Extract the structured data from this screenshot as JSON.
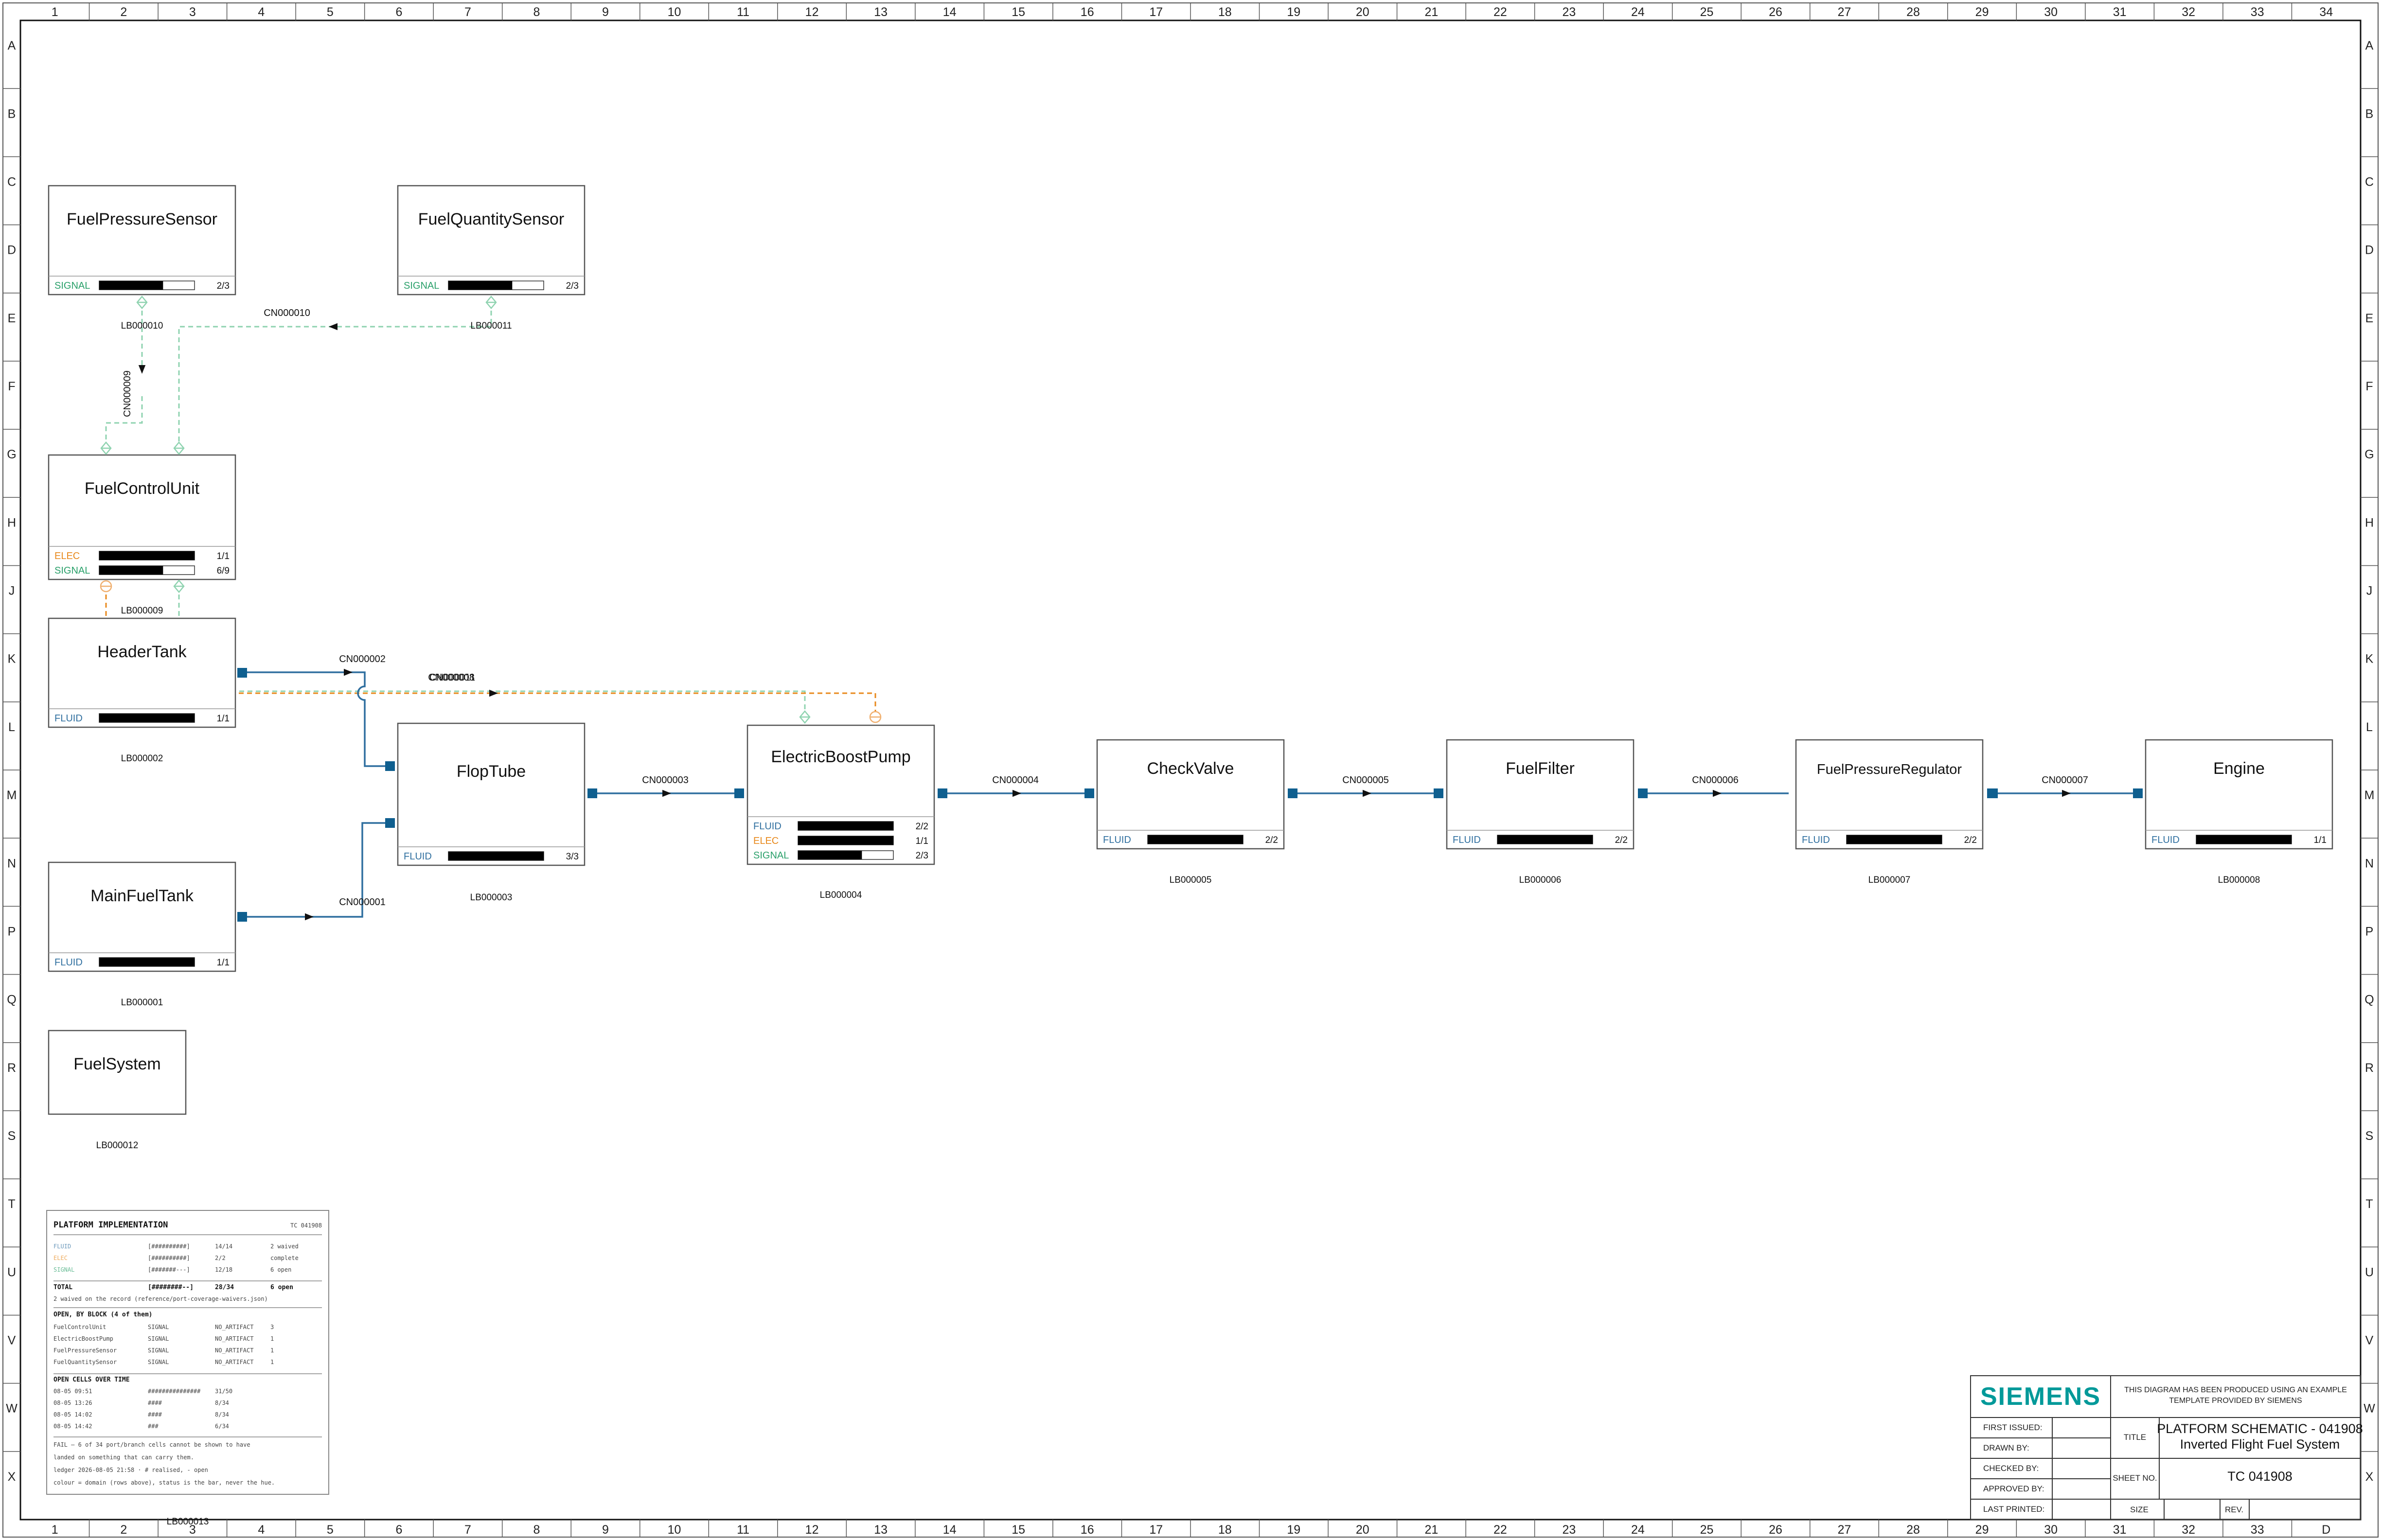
{
  "colors": {
    "fluid": "#2f6f9f",
    "fluid_port": "#0f5f8f",
    "elec": "#e8891c",
    "signal": "#2aa06a",
    "signal_line": "#8fd3b0",
    "siemens": "#009999"
  },
  "grid": {
    "columns": [
      "1",
      "2",
      "3",
      "4",
      "5",
      "6",
      "7",
      "8",
      "9",
      "10",
      "11",
      "12",
      "13",
      "14",
      "15",
      "16",
      "17",
      "18",
      "19",
      "20",
      "21",
      "22",
      "23",
      "24",
      "25",
      "26",
      "27",
      "28",
      "29",
      "30",
      "31",
      "32",
      "33",
      "34"
    ],
    "rows_left": [
      "A",
      "B",
      "C",
      "D",
      "E",
      "F",
      "G",
      "H",
      "J",
      "K",
      "L",
      "M",
      "N",
      "P",
      "Q",
      "R",
      "S",
      "T",
      "U",
      "V",
      "W",
      "X"
    ],
    "rows_right": [
      "A",
      "B",
      "C",
      "D",
      "E",
      "F",
      "G",
      "H",
      "J",
      "K",
      "L",
      "M",
      "N",
      "P",
      "Q",
      "R",
      "S",
      "T",
      "U",
      "V",
      "W",
      "X"
    ],
    "bottom_last": "D"
  },
  "blocks": [
    {
      "key": "fps",
      "name": "FuelPressureSensor",
      "id": "LB000010",
      "rows": [
        {
          "domain": "SIGNAL",
          "count": "2/3",
          "fill": 0.67
        }
      ]
    },
    {
      "key": "fqs",
      "name": "FuelQuantitySensor",
      "id": "LB000011",
      "rows": [
        {
          "domain": "SIGNAL",
          "count": "2/3",
          "fill": 0.67
        }
      ]
    },
    {
      "key": "fcu",
      "name": "FuelControlUnit",
      "id": "LB000009",
      "rows": [
        {
          "domain": "ELEC",
          "count": "1/1",
          "fill": 1
        },
        {
          "domain": "SIGNAL",
          "count": "6/9",
          "fill": 0.67
        }
      ]
    },
    {
      "key": "ht",
      "name": "HeaderTank",
      "id": "LB000002",
      "rows": [
        {
          "domain": "FLUID",
          "count": "1/1",
          "fill": 1
        }
      ]
    },
    {
      "key": "mft",
      "name": "MainFuelTank",
      "id": "LB000001",
      "rows": [
        {
          "domain": "FLUID",
          "count": "1/1",
          "fill": 1
        }
      ]
    },
    {
      "key": "ft",
      "name": "FlopTube",
      "id": "LB000003",
      "rows": [
        {
          "domain": "FLUID",
          "count": "3/3",
          "fill": 1
        }
      ]
    },
    {
      "key": "ebp",
      "name": "ElectricBoostPump",
      "id": "LB000004",
      "rows": [
        {
          "domain": "FLUID",
          "count": "2/2",
          "fill": 1
        },
        {
          "domain": "ELEC",
          "count": "1/1",
          "fill": 1
        },
        {
          "domain": "SIGNAL",
          "count": "2/3",
          "fill": 0.67
        }
      ]
    },
    {
      "key": "cv",
      "name": "CheckValve",
      "id": "LB000005",
      "rows": [
        {
          "domain": "FLUID",
          "count": "2/2",
          "fill": 1
        }
      ]
    },
    {
      "key": "ff",
      "name": "FuelFilter",
      "id": "LB000006",
      "rows": [
        {
          "domain": "FLUID",
          "count": "2/2",
          "fill": 1
        }
      ]
    },
    {
      "key": "fpr",
      "name": "FuelPressureRegulator",
      "id": "LB000007",
      "rows": [
        {
          "domain": "FLUID",
          "count": "2/2",
          "fill": 1
        }
      ]
    },
    {
      "key": "eng",
      "name": "Engine",
      "id": "LB000008",
      "rows": [
        {
          "domain": "FLUID",
          "count": "1/1",
          "fill": 1
        }
      ]
    },
    {
      "key": "fs",
      "name": "FuelSystem",
      "id": "LB000012",
      "rows": []
    }
  ],
  "connectors": {
    "cn1": "CN000001",
    "cn2": "CN000002",
    "cn3": "CN000003",
    "cn4": "CN000004",
    "cn5": "CN000005",
    "cn6": "CN000006",
    "cn7": "CN000007",
    "cn8": "CN000008",
    "cn9": "CN000009",
    "cn10": "CN000010",
    "cn11": "CN000011"
  },
  "panel": {
    "id": "LB000013",
    "title": "PLATFORM IMPLEMENTATION",
    "tc": "TC 041908",
    "domains": [
      {
        "name": "FLUID",
        "bar": "[##########]",
        "count": "14/14",
        "note": "2 waived"
      },
      {
        "name": "ELEC",
        "bar": "[##########]",
        "count": "2/2",
        "note": "complete"
      },
      {
        "name": "SIGNAL",
        "bar": "[#######---]",
        "count": "12/18",
        "note": "6 open"
      }
    ],
    "total": {
      "name": "TOTAL",
      "bar": "[########--]",
      "count": "28/34",
      "note": "6 open"
    },
    "waiver_note": "2 waived on the record (reference/port-coverage-waivers.json)",
    "open_heading": "OPEN, BY BLOCK  (4 of them)",
    "open_blocks": [
      {
        "block": "FuelControlUnit",
        "domain": "SIGNAL",
        "reason": "NO_ARTIFACT",
        "n": "3"
      },
      {
        "block": "ElectricBoostPump",
        "domain": "SIGNAL",
        "reason": "NO_ARTIFACT",
        "n": "1"
      },
      {
        "block": "FuelPressureSensor",
        "domain": "SIGNAL",
        "reason": "NO_ARTIFACT",
        "n": "1"
      },
      {
        "block": "FuelQuantitySensor",
        "domain": "SIGNAL",
        "reason": "NO_ARTIFACT",
        "n": "1"
      }
    ],
    "time_heading": "OPEN CELLS OVER TIME",
    "time_rows": [
      {
        "t": "08-05 09:51",
        "bar": "###############",
        "v": "31/50"
      },
      {
        "t": "08-05 13:26",
        "bar": "####",
        "v": "8/34"
      },
      {
        "t": "08-05 14:02",
        "bar": "####",
        "v": "8/34"
      },
      {
        "t": "08-05 14:42",
        "bar": "###",
        "v": "6/34"
      }
    ],
    "footnotes": [
      "FAIL — 6 of 34 port/branch cells cannot be shown to have",
      "landed on something that can carry them.",
      "ledger 2026-08-05 21:58  ·  # realised, - open",
      "colour = domain (rows above), status is the bar, never the hue."
    ]
  },
  "title_block": {
    "logo": "SIEMENS",
    "note_line1": "THIS DIAGRAM HAS BEEN PRODUCED USING AN EXAMPLE",
    "note_line2": "TEMPLATE PROVIDED BY SIEMENS",
    "first_issued": "FIRST ISSUED:",
    "drawn_by": "DRAWN BY:",
    "checked_by": "CHECKED BY:",
    "approved_by": "APPROVED BY:",
    "last_printed": "LAST PRINTED:",
    "title_label": "TITLE",
    "title_line1": "PLATFORM SCHEMATIC - 041908",
    "title_line2": "Inverted Flight Fuel System",
    "sheet_label": "SHEET NO.",
    "sheet_value": "TC 041908",
    "size_label": "SIZE",
    "rev_label": "REV."
  }
}
